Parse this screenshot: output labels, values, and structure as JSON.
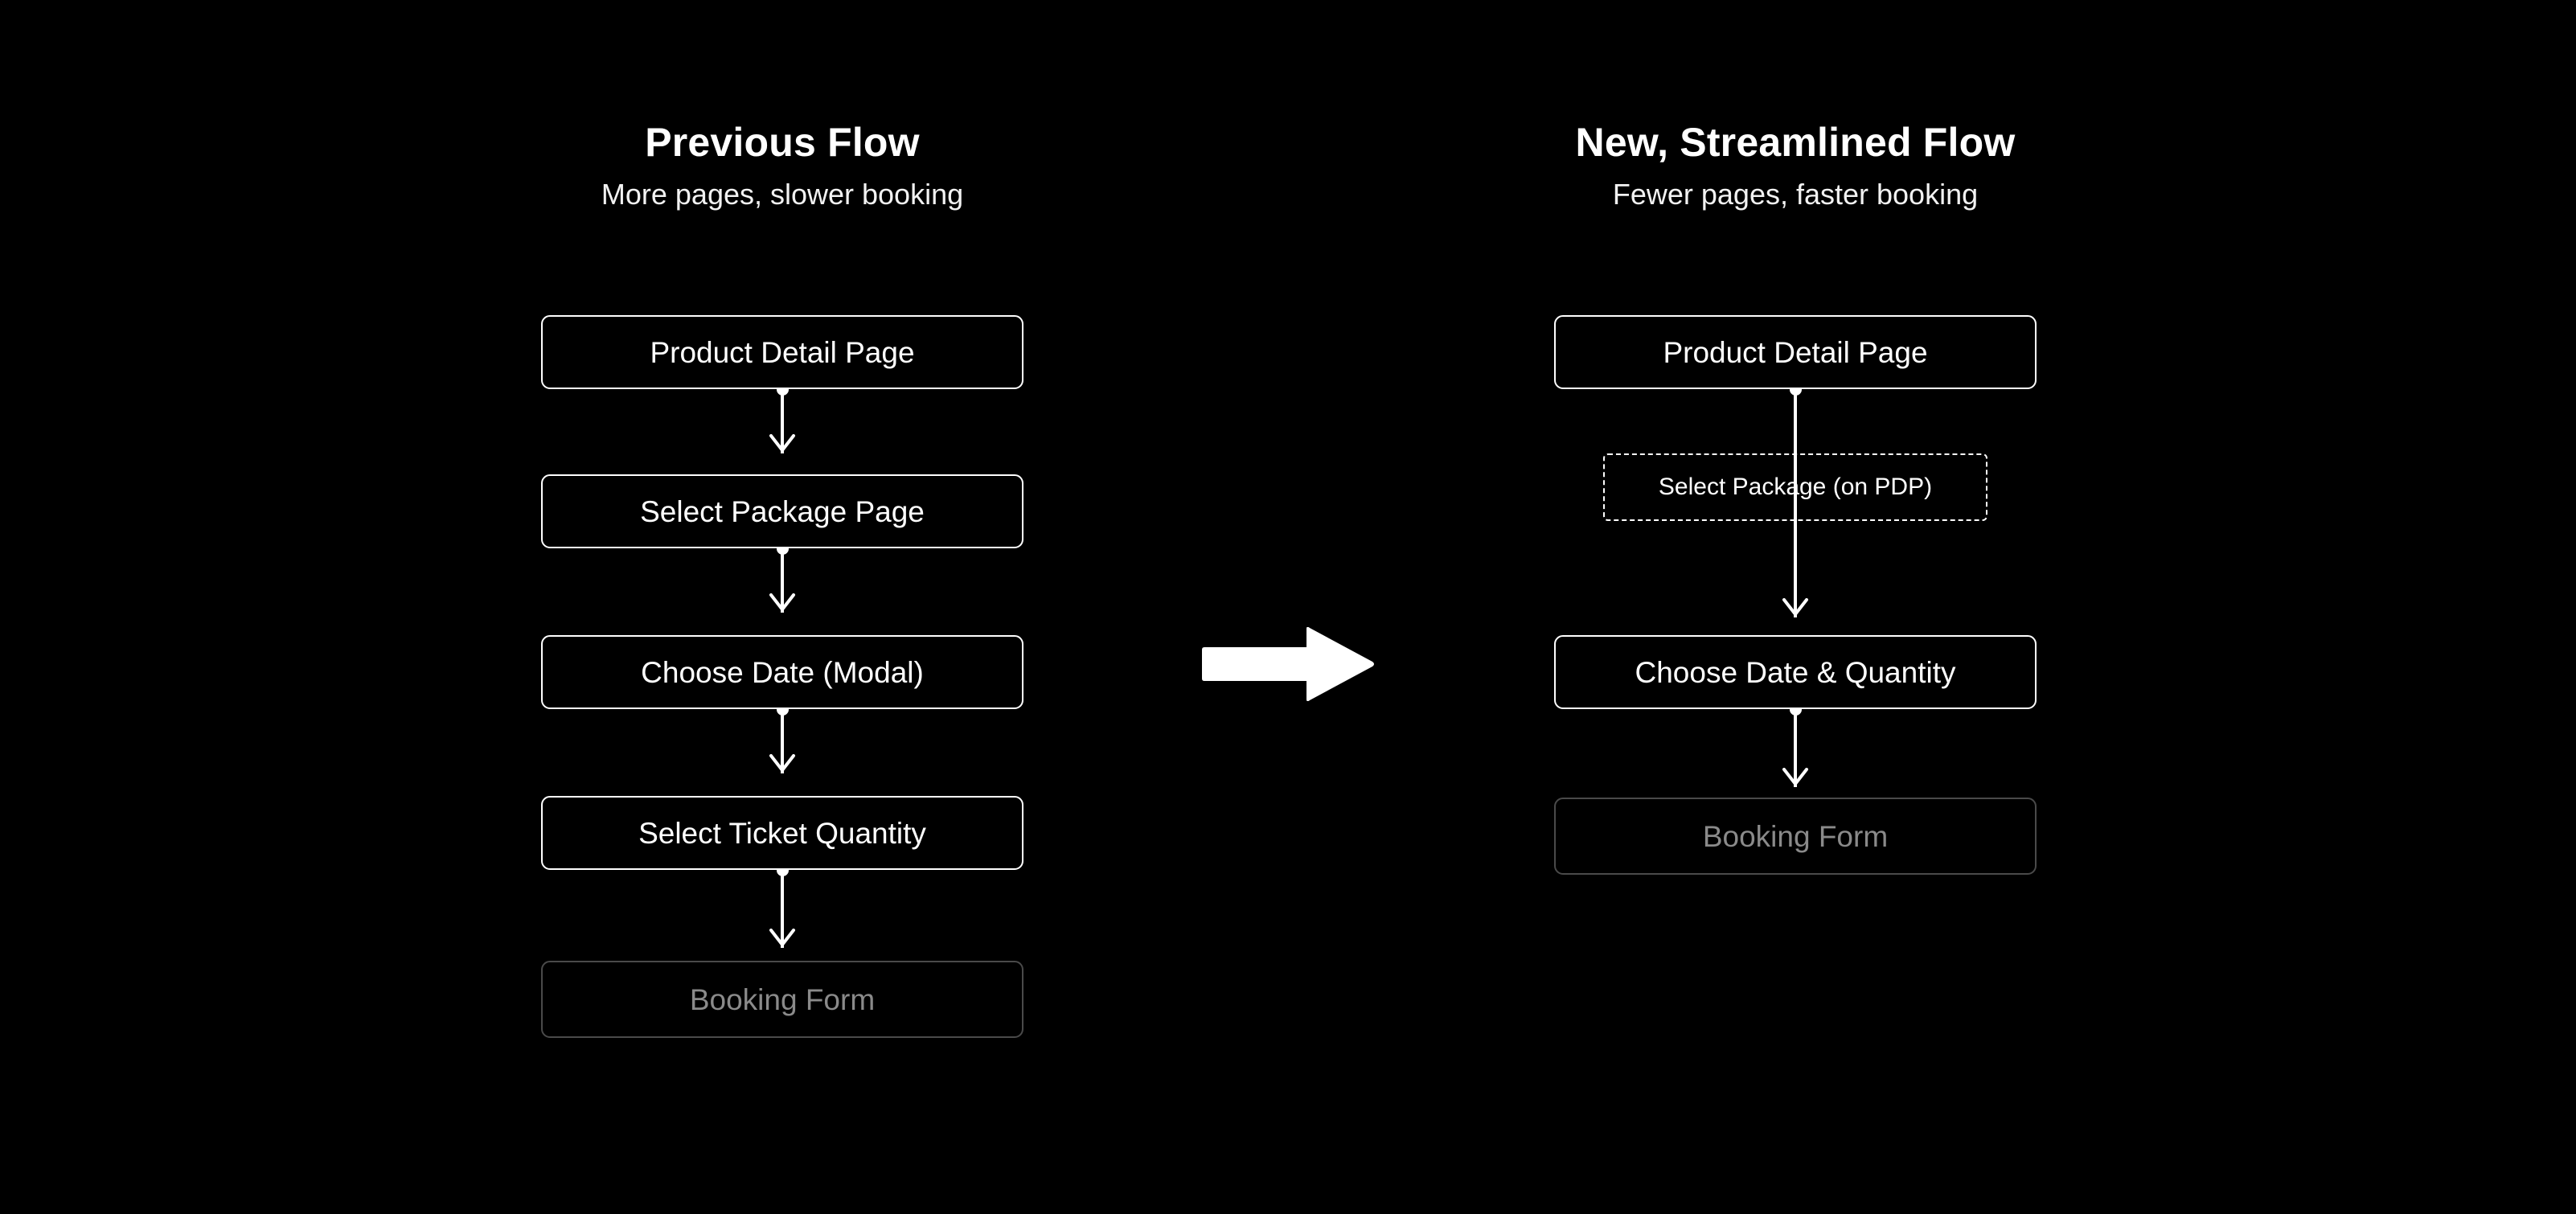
{
  "theme": {
    "background": "#000000",
    "stroke": "#ffffff",
    "text": "#ffffff",
    "muted_text": "#8a8a8a",
    "muted_stroke": "#4a4a4a"
  },
  "columns": [
    {
      "id": "previous-flow",
      "title": "Previous Flow",
      "subtitle": "More pages, slower booking",
      "steps": [
        {
          "label": "Product Detail Page",
          "style": "solid"
        },
        {
          "label": "Select Package Page",
          "style": "solid"
        },
        {
          "label": "Choose Date (Modal)",
          "style": "solid"
        },
        {
          "label": "Select Ticket Quantity",
          "style": "solid"
        },
        {
          "label": "Booking Form",
          "style": "muted"
        }
      ]
    },
    {
      "id": "new-streamlined-flow",
      "title": "New, Streamlined Flow",
      "subtitle": "Fewer pages, faster booking",
      "steps": [
        {
          "label": "Product Detail Page",
          "style": "solid"
        },
        {
          "label": "Select Package (on PDP)",
          "style": "dashed"
        },
        {
          "label": "Choose Date & Quantity",
          "style": "solid"
        },
        {
          "label": "Booking Form",
          "style": "muted"
        }
      ]
    }
  ],
  "transition": {
    "icon": "right-arrow-icon",
    "meaning": "previous flow becomes new streamlined flow"
  }
}
